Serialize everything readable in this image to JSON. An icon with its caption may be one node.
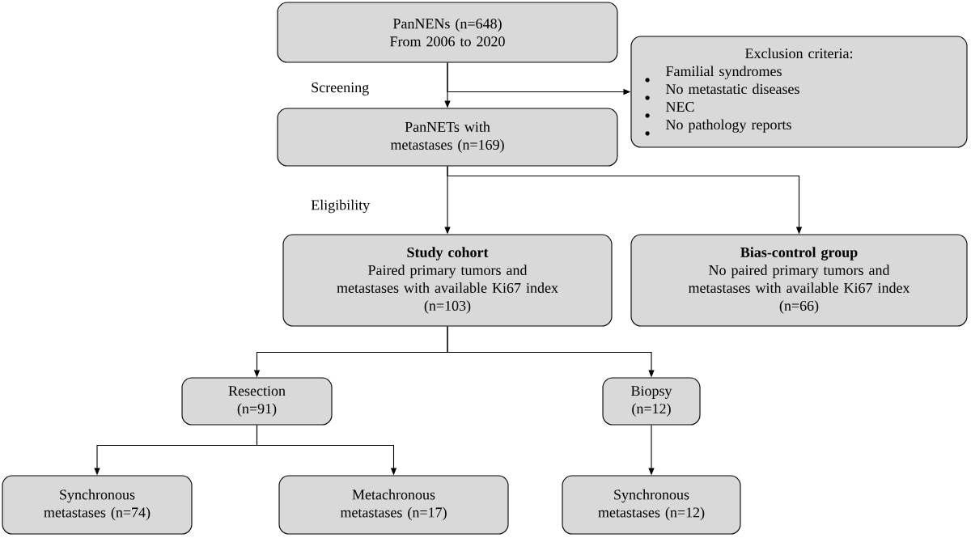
{
  "diagram": {
    "nodes": [
      {
        "text": [
          "PanNENs (n=648) From 2006 to 2020"
        ]
      },
      {
        "text": [
          "Exclusion criteria:",
          "Familial syndromes",
          "No metastatic diseases",
          "NEC",
          "No pathology reports"
        ]
      },
      {
        "text": [
          "PanNETs with metastases (n=169)"
        ]
      },
      {
        "text": [
          "Study cohort",
          "Paired primary tumors and metastases with available Ki67 index",
          "(n=103)"
        ]
      },
      {
        "text": [
          "Bias-control group",
          "No paired primary tumors and metastases with available Ki67 index",
          "(n=66)"
        ]
      },
      {
        "text": [
          "Resection (n=91)"
        ]
      },
      {
        "text": [
          "Biopsy (n=12)"
        ]
      },
      {
        "text": [
          "Synchronous metastases (n=74)"
        ]
      },
      {
        "text": [
          "Metachronous metastases (n=17)"
        ]
      },
      {
        "text": [
          "Synchronous metastases (n=12)"
        ]
      }
    ],
    "edges": [
      {
        "from": 0,
        "to": 2,
        "arrow": "to"
      },
      {
        "from": 0,
        "to": 1,
        "arrow": "to"
      },
      {
        "from": 2,
        "to": 3,
        "arrow": "to"
      },
      {
        "from": 2,
        "to": 4,
        "arrow": "to"
      },
      {
        "from": 3,
        "to": 5,
        "arrow": "to"
      },
      {
        "from": 3,
        "to": 6,
        "arrow": "to"
      },
      {
        "from": 5,
        "to": 7,
        "arrow": "to"
      },
      {
        "from": 5,
        "to": 8,
        "arrow": "to"
      },
      {
        "from": 6,
        "to": 9,
        "arrow": "to"
      }
    ],
    "labels": [
      "Screening",
      "Eligibility"
    ]
  }
}
